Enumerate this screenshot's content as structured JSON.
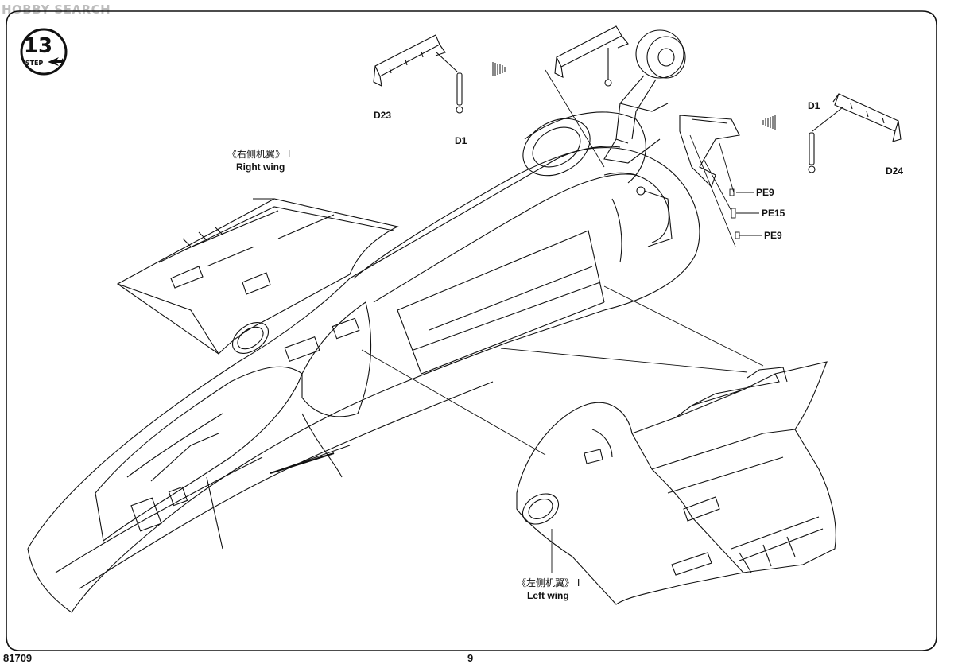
{
  "watermark": "HOBBY SEARCH",
  "step": {
    "number": "13",
    "label": "STEP"
  },
  "callouts": {
    "right_wing": {
      "cn": "《右侧机翼》 I",
      "en": "Right wing"
    },
    "left_wing": {
      "cn": "《左侧机翼》 I",
      "en": "Left wing"
    }
  },
  "parts": {
    "d23": "D23",
    "d1_left": "D1",
    "d1_right": "D1",
    "d24": "D24",
    "pe9_top": "PE9",
    "pe15": "PE15",
    "pe9_bottom": "PE9"
  },
  "footer": {
    "kit_number": "81709",
    "page_number": "9"
  }
}
